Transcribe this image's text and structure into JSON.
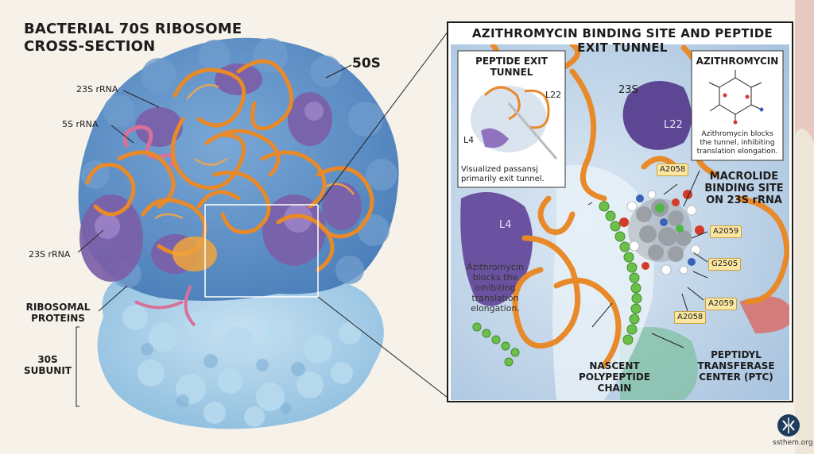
{
  "main_title": [
    "BACTERIAL 70S RIBOSOME",
    "CROSS-SECTION"
  ],
  "left_labels": {
    "subunit_50s": "50S",
    "rrna_23s_top": "23S rRNA",
    "rrna_5s": "5S rRNA",
    "rrna_23s_mid": "23S rRNA",
    "ribosomal_proteins": [
      "RIBOSOMAL",
      "PROTEINS"
    ],
    "subunit_30s": [
      "30S",
      "SUBUNIT"
    ]
  },
  "inset": {
    "title": "AZITHROMYCIN BINDING SITE AND PEPTIDE EXIT TUNNEL",
    "tunnel_box": {
      "title": [
        "PEPTIDE EXIT",
        "TUNNEL"
      ],
      "l22": "L22",
      "l4": "L4",
      "caption": [
        "Visualized passansj",
        "primarily exit tunnel."
      ]
    },
    "azithro_box": {
      "title": "AZITHROMYCIN",
      "caption": [
        "Azithromycin blocks",
        "the tunnel, inhibiting",
        "translation elongation."
      ]
    },
    "labels": {
      "rrna_23s": "23S",
      "l22": "L22",
      "l4": "L4",
      "a2058_top": "A2058",
      "macrolide": [
        "MACROLIDE",
        "BINDING SITE",
        "ON 23S rRNA"
      ],
      "a2059_a": "A2059",
      "g2505": "G2505",
      "a2059_b": "A2059",
      "a2058_bottom": "A2058",
      "side_note": [
        "Azithromycin",
        "blocks the",
        "inhibiting",
        "translation",
        "elongation."
      ],
      "nascent": [
        "NASCENT",
        "POLYPEPTIDE",
        "CHAIN"
      ],
      "ptc": [
        "PEPTIDYL",
        "TRANSFERASE",
        "CENTER (PTC)"
      ]
    }
  },
  "watermark": "ssthem.org",
  "colors": {
    "rrna": "#e8892a",
    "protein_purple": "#7b5fa8",
    "large_subunit": "#5d8ec4",
    "small_subunit": "#a9cde6",
    "pink_rrna": "#d8709a",
    "peptide": "#6cc04a",
    "background": "#f6f1e9"
  }
}
